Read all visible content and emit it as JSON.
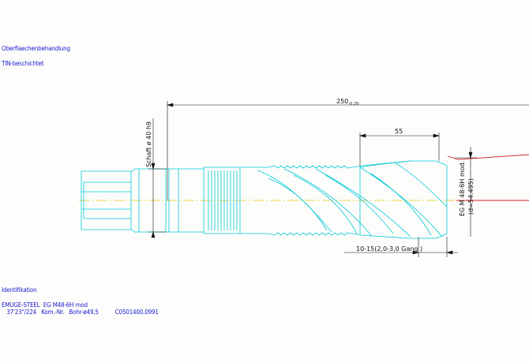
{
  "notes": {
    "surface_title": "Oberflaechenbehandlung",
    "surface_value": "TIN-beschichtet",
    "ident_title": "Identifikation",
    "ident_line1": "EMUGE-STEEL  EG M48-6H mod",
    "ident_line2": "   37'23\"/224   Kom.-Nr.   Bohr-ø49,5          C0501400.0991"
  },
  "dimensions": {
    "overall_length": "250",
    "overall_tolerance": "-0.29",
    "thread_length": "55",
    "shank_diameter": "Schaft ø 40 h9",
    "thread_spec": "EG M 48-6H mod.",
    "thread_pitch_dia": "(d=54.495)",
    "chamfer": "10-15(2,0-3,0 Gang  )"
  },
  "colors": {
    "tool": "#00c8d6",
    "dim": "#111111",
    "workpiece": "#d51f26",
    "axis": "#e4c81a",
    "text_blue": "#1a1ad0"
  }
}
